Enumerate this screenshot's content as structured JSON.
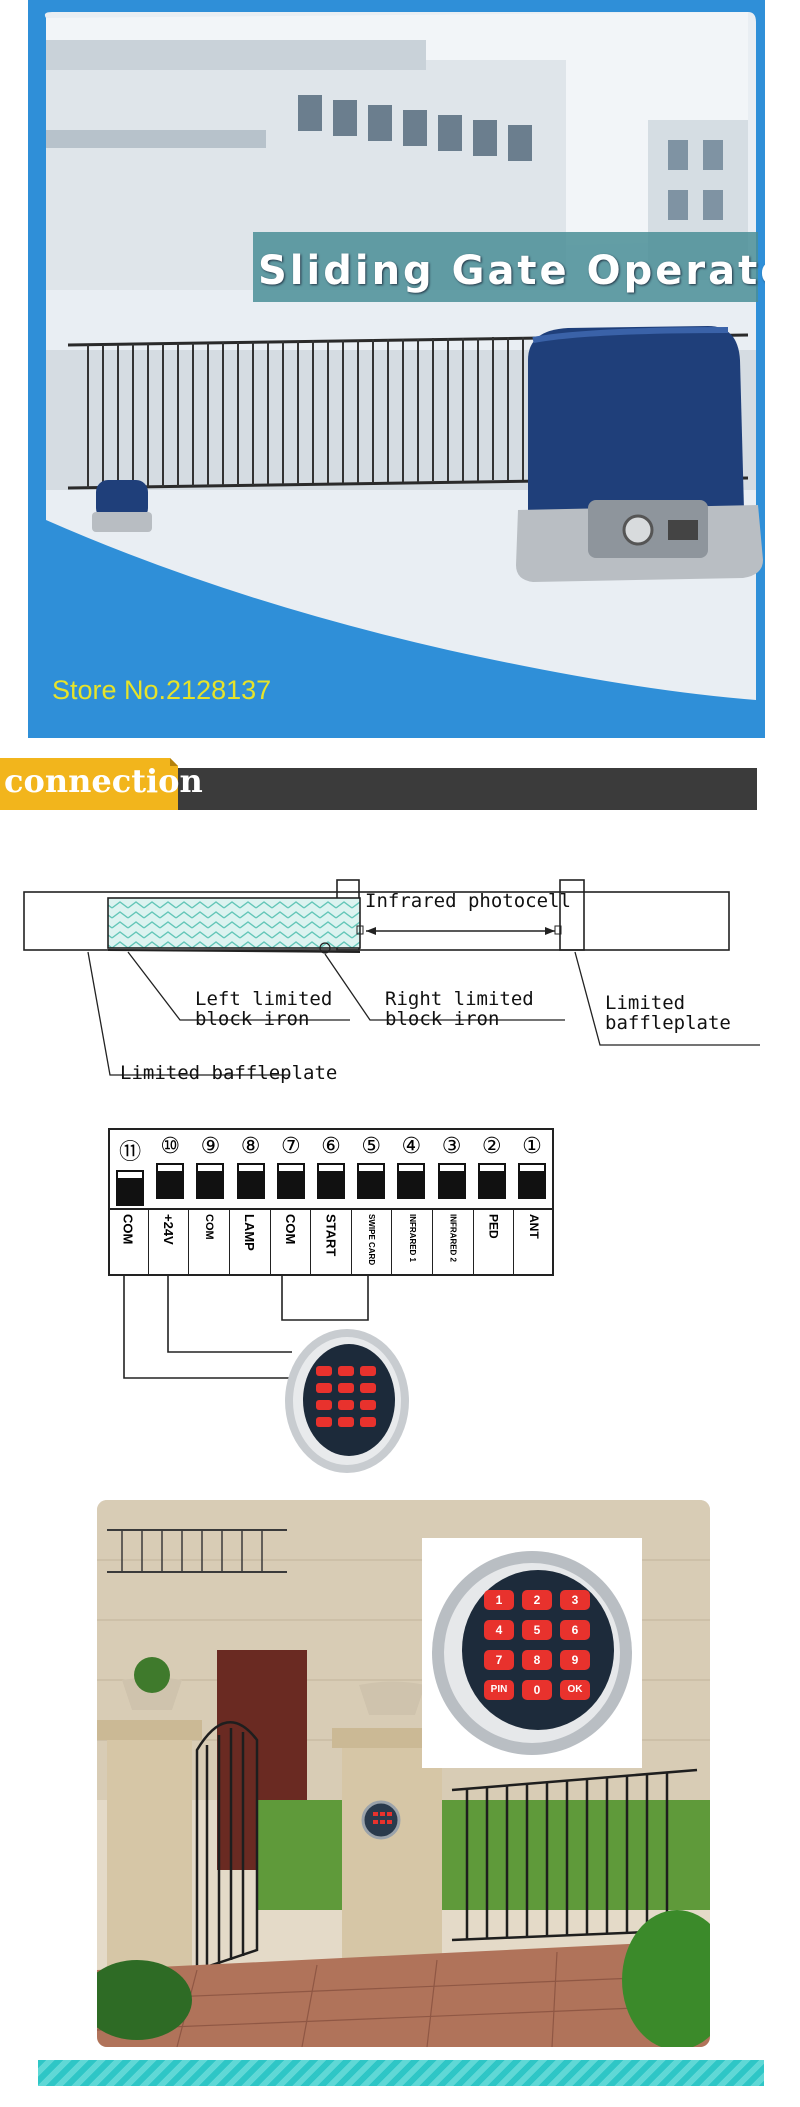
{
  "hero": {
    "title": "Sliding Gate Operator",
    "store": "Store No.2128137"
  },
  "connection_bar": {
    "label": "connection"
  },
  "install_diagram": {
    "infrared_label": "Infrared photocell",
    "left_iron_label_1": "Left limited",
    "left_iron_label_2": "block iron",
    "right_iron_label_1": "Right limited",
    "right_iron_label_2": "block iron",
    "baffle_right_1": "Limited",
    "baffle_right_2": "baffleplate",
    "baffle_left": "Limited baffleplate"
  },
  "terminal_block": {
    "terminals": [
      {
        "num": "⑪",
        "label": "COM"
      },
      {
        "num": "⑩",
        "label": "+24V"
      },
      {
        "num": "⑨",
        "label": "COM"
      },
      {
        "num": "⑧",
        "label": "LAMP"
      },
      {
        "num": "⑦",
        "label": "COM"
      },
      {
        "num": "⑥",
        "label": "START"
      },
      {
        "num": "⑤",
        "label": "SWIPE CARD"
      },
      {
        "num": "④",
        "label": "INFRARED 1"
      },
      {
        "num": "③",
        "label": "INFRARED 2"
      },
      {
        "num": "②",
        "label": "PED"
      },
      {
        "num": "①",
        "label": "ANT"
      }
    ]
  },
  "keypad": {
    "keys": [
      "1",
      "2",
      "3",
      "4",
      "5",
      "6",
      "7",
      "8",
      "9",
      "PIN",
      "0",
      "OK"
    ]
  },
  "colors": {
    "hero_frame": "#2f8fd8",
    "store_text": "#e6e32a",
    "connection_tag": "#f2b51c",
    "dark_bar": "#3b3b3b",
    "key_red": "#e8322d",
    "teal_stripe": "#2ec6c6"
  }
}
